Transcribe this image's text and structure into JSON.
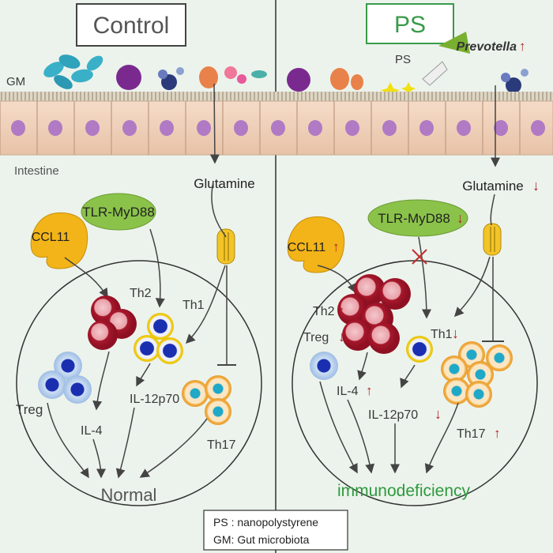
{
  "panels": {
    "control": {
      "title": "Control",
      "outcome": "Normal"
    },
    "ps": {
      "title": "PS",
      "outcome": "immunodeficiency",
      "pollutant": "PS",
      "bacterium": "Prevotella",
      "arrow_up": "↑"
    }
  },
  "layers": {
    "gut_label": "GM",
    "tissue_label": "Intestine"
  },
  "nodes": {
    "glutamine": "Glutamine",
    "tlr": "TLR-MyD88",
    "ccl11": "CCL11",
    "th2": "Th2",
    "th1": "Th1",
    "treg": "Treg",
    "th17": "Th17",
    "il4": "IL-4",
    "il12": "IL-12p70"
  },
  "legend": {
    "line1": "PS : nanopolystyrene",
    "line2": "GM: Gut microbiota"
  },
  "colors": {
    "increase": "#b22222",
    "decrease": "#b22222",
    "outcome_ps": "#2e9a3e",
    "tlr": "#8bc34a",
    "ccl11": "#f2b418"
  }
}
